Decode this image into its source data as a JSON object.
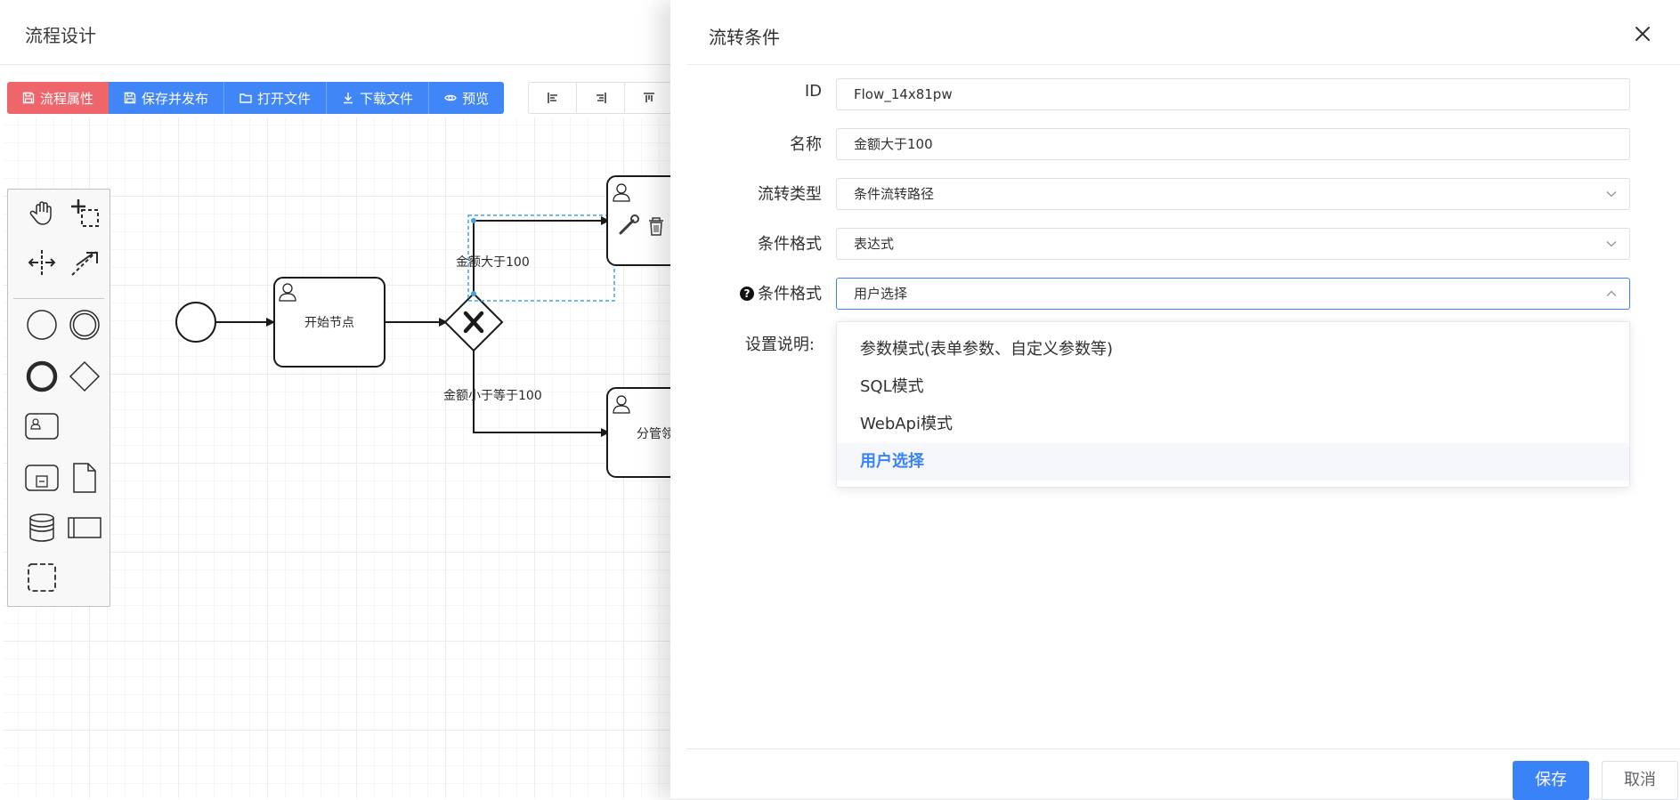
{
  "designer": {
    "title": "流程设计",
    "toolbar": [
      {
        "label": "流程属性",
        "icon": "save-icon"
      },
      {
        "label": "保存并发布",
        "icon": "save-icon"
      },
      {
        "label": "打开文件",
        "icon": "folder-icon"
      },
      {
        "label": "下载文件",
        "icon": "download-icon"
      },
      {
        "label": "预览",
        "icon": "eye-icon"
      }
    ],
    "align_tools": [
      "align-left-icon",
      "align-right-icon",
      "align-top-icon"
    ],
    "palette": [
      "hand-tool-icon",
      "lasso-tool-icon",
      "space-tool-icon",
      "connect-tool-icon",
      "start-event-icon",
      "intermediate-event-icon",
      "end-event-icon",
      "gateway-icon",
      "user-task-icon",
      "subprocess-icon",
      "data-object-icon",
      "data-store-icon",
      "pool-icon",
      "group-icon"
    ],
    "diagram": {
      "start_task": "开始节点",
      "flow_top_label": "金额大于100",
      "flow_bottom_label": "金额小于等于100",
      "bottom_task_partial": "分管领导"
    },
    "colors": {
      "primary": "#3a82f7",
      "danger": "#ee5f67",
      "selection": "#3aa0e0"
    }
  },
  "drawer": {
    "title": "流转条件",
    "fields": {
      "id": {
        "label": "ID",
        "value": "Flow_14x81pw"
      },
      "name": {
        "label": "名称",
        "value": "金额大于100"
      },
      "flow_type": {
        "label": "流转类型",
        "value": "条件流转路径"
      },
      "condition_format": {
        "label": "条件格式",
        "value": "表达式"
      },
      "condition_format2": {
        "label": "条件格式",
        "value": "用户选择"
      },
      "setting_desc": {
        "label": "设置说明:"
      }
    },
    "dropdown_options": [
      {
        "label": "参数模式(表单参数、自定义参数等)",
        "selected": false
      },
      {
        "label": "SQL模式",
        "selected": false
      },
      {
        "label": "WebApi模式",
        "selected": false
      },
      {
        "label": "用户选择",
        "selected": true
      }
    ],
    "save_label": "保存",
    "cancel_label": "取消"
  }
}
